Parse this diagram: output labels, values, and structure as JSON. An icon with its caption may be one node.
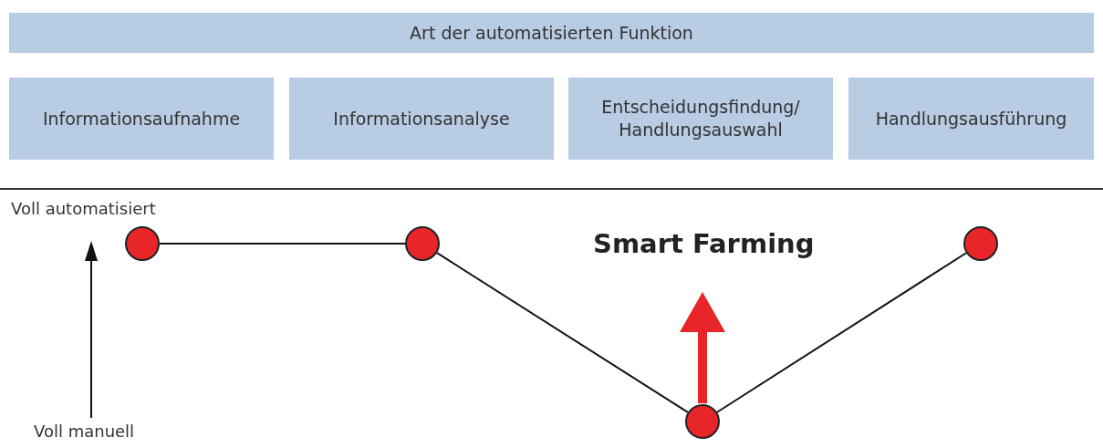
{
  "diagram": {
    "nodes": [
      {
        "text": [
          "Art der automatisierten Funktion"
        ]
      },
      {
        "text": [
          "Informationsaufnahme"
        ]
      },
      {
        "text": [
          "Informationsanalyse"
        ]
      },
      {
        "text": [
          "Entscheidungsfindung/ Handlungsauswahl"
        ]
      },
      {
        "text": [
          "Handlungsausführung"
        ]
      },
      {
        "text": [],
        "shape": "circle"
      },
      {
        "text": [],
        "shape": "circle"
      },
      {
        "text": [],
        "shape": "circle"
      },
      {
        "text": [],
        "shape": "circle"
      }
    ],
    "edges": [
      {
        "from": 5,
        "to": 6,
        "arrow": "none"
      },
      {
        "from": 6,
        "to": 7,
        "arrow": "none"
      },
      {
        "from": 7,
        "to": 8,
        "arrow": "none"
      }
    ],
    "labels": [
      "Voll automatisiert",
      "Smart Farming",
      "Voll manuell"
    ]
  }
}
